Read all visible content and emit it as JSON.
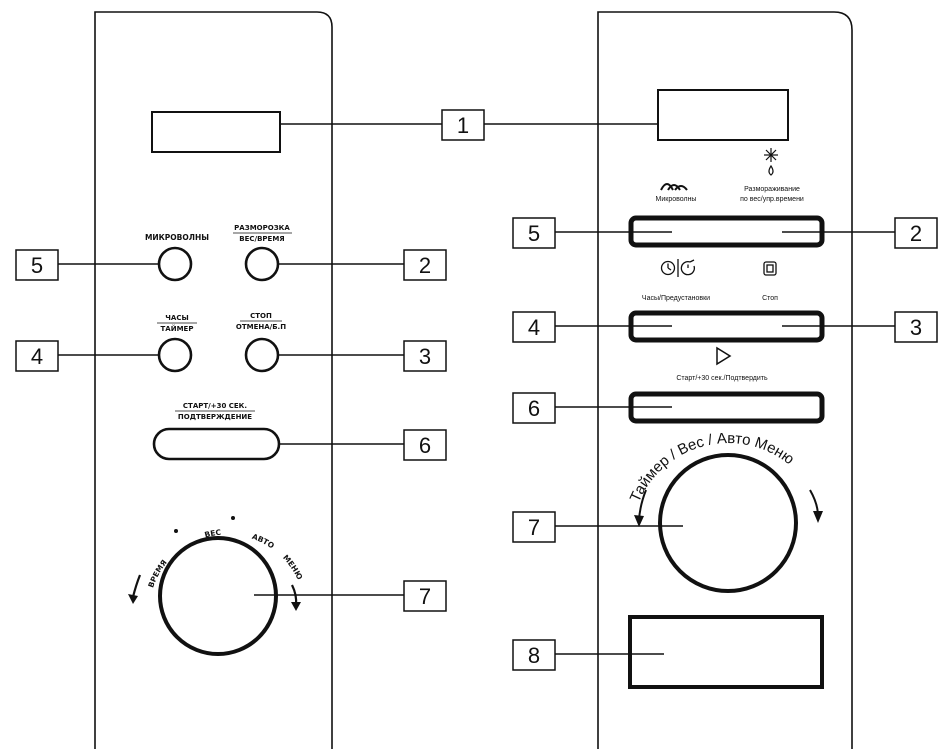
{
  "left_panel": {
    "labels": {
      "microwave": "МИКРОВОЛНЫ",
      "defrost_line1": "РАЗМОРОЗКА",
      "defrost_line2": "ВЕС/ВРЕМЯ",
      "clock_line1": "ЧАСЫ",
      "clock_line2": "ТАЙМЕР",
      "stop_line1": "СТОП",
      "stop_line2": "ОТМЕНА/Б.П",
      "start_line1": "СТАРТ/+30 СЕК.",
      "start_line2": "ПОДТВЕРЖДЕНИЕ",
      "dial_time": "ВРЕМЯ",
      "dial_weight": "ВЕС",
      "dial_auto": "АВТО",
      "dial_menu": "МЕНЮ"
    }
  },
  "right_panel": {
    "labels": {
      "microwave": "Микроволны",
      "defrost_line1": "Размораживание",
      "defrost_line2": "по вес/упр.времени",
      "clock": "Часы/Предустановки",
      "stop": "Стоп",
      "start": "Старт/+30 сек./Подтвердить",
      "dial": "Таймер / Вес / Авто Меню"
    },
    "icons": [
      "microwave-waves-icon",
      "snowflake-drop-icon",
      "clock-icon",
      "timer-icon",
      "stop-icon",
      "play-icon"
    ]
  },
  "callouts": {
    "c1": "1",
    "c2_left": "2",
    "c2_right": "2",
    "c3_left": "3",
    "c3_right": "3",
    "c4_left": "4",
    "c4_right": "4",
    "c5_left": "5",
    "c5_right": "5",
    "c6_left": "6",
    "c6_right": "6",
    "c7_left": "7",
    "c7_right": "7",
    "c8": "8"
  },
  "colors": {
    "ink": "#111111",
    "background": "#ffffff"
  }
}
